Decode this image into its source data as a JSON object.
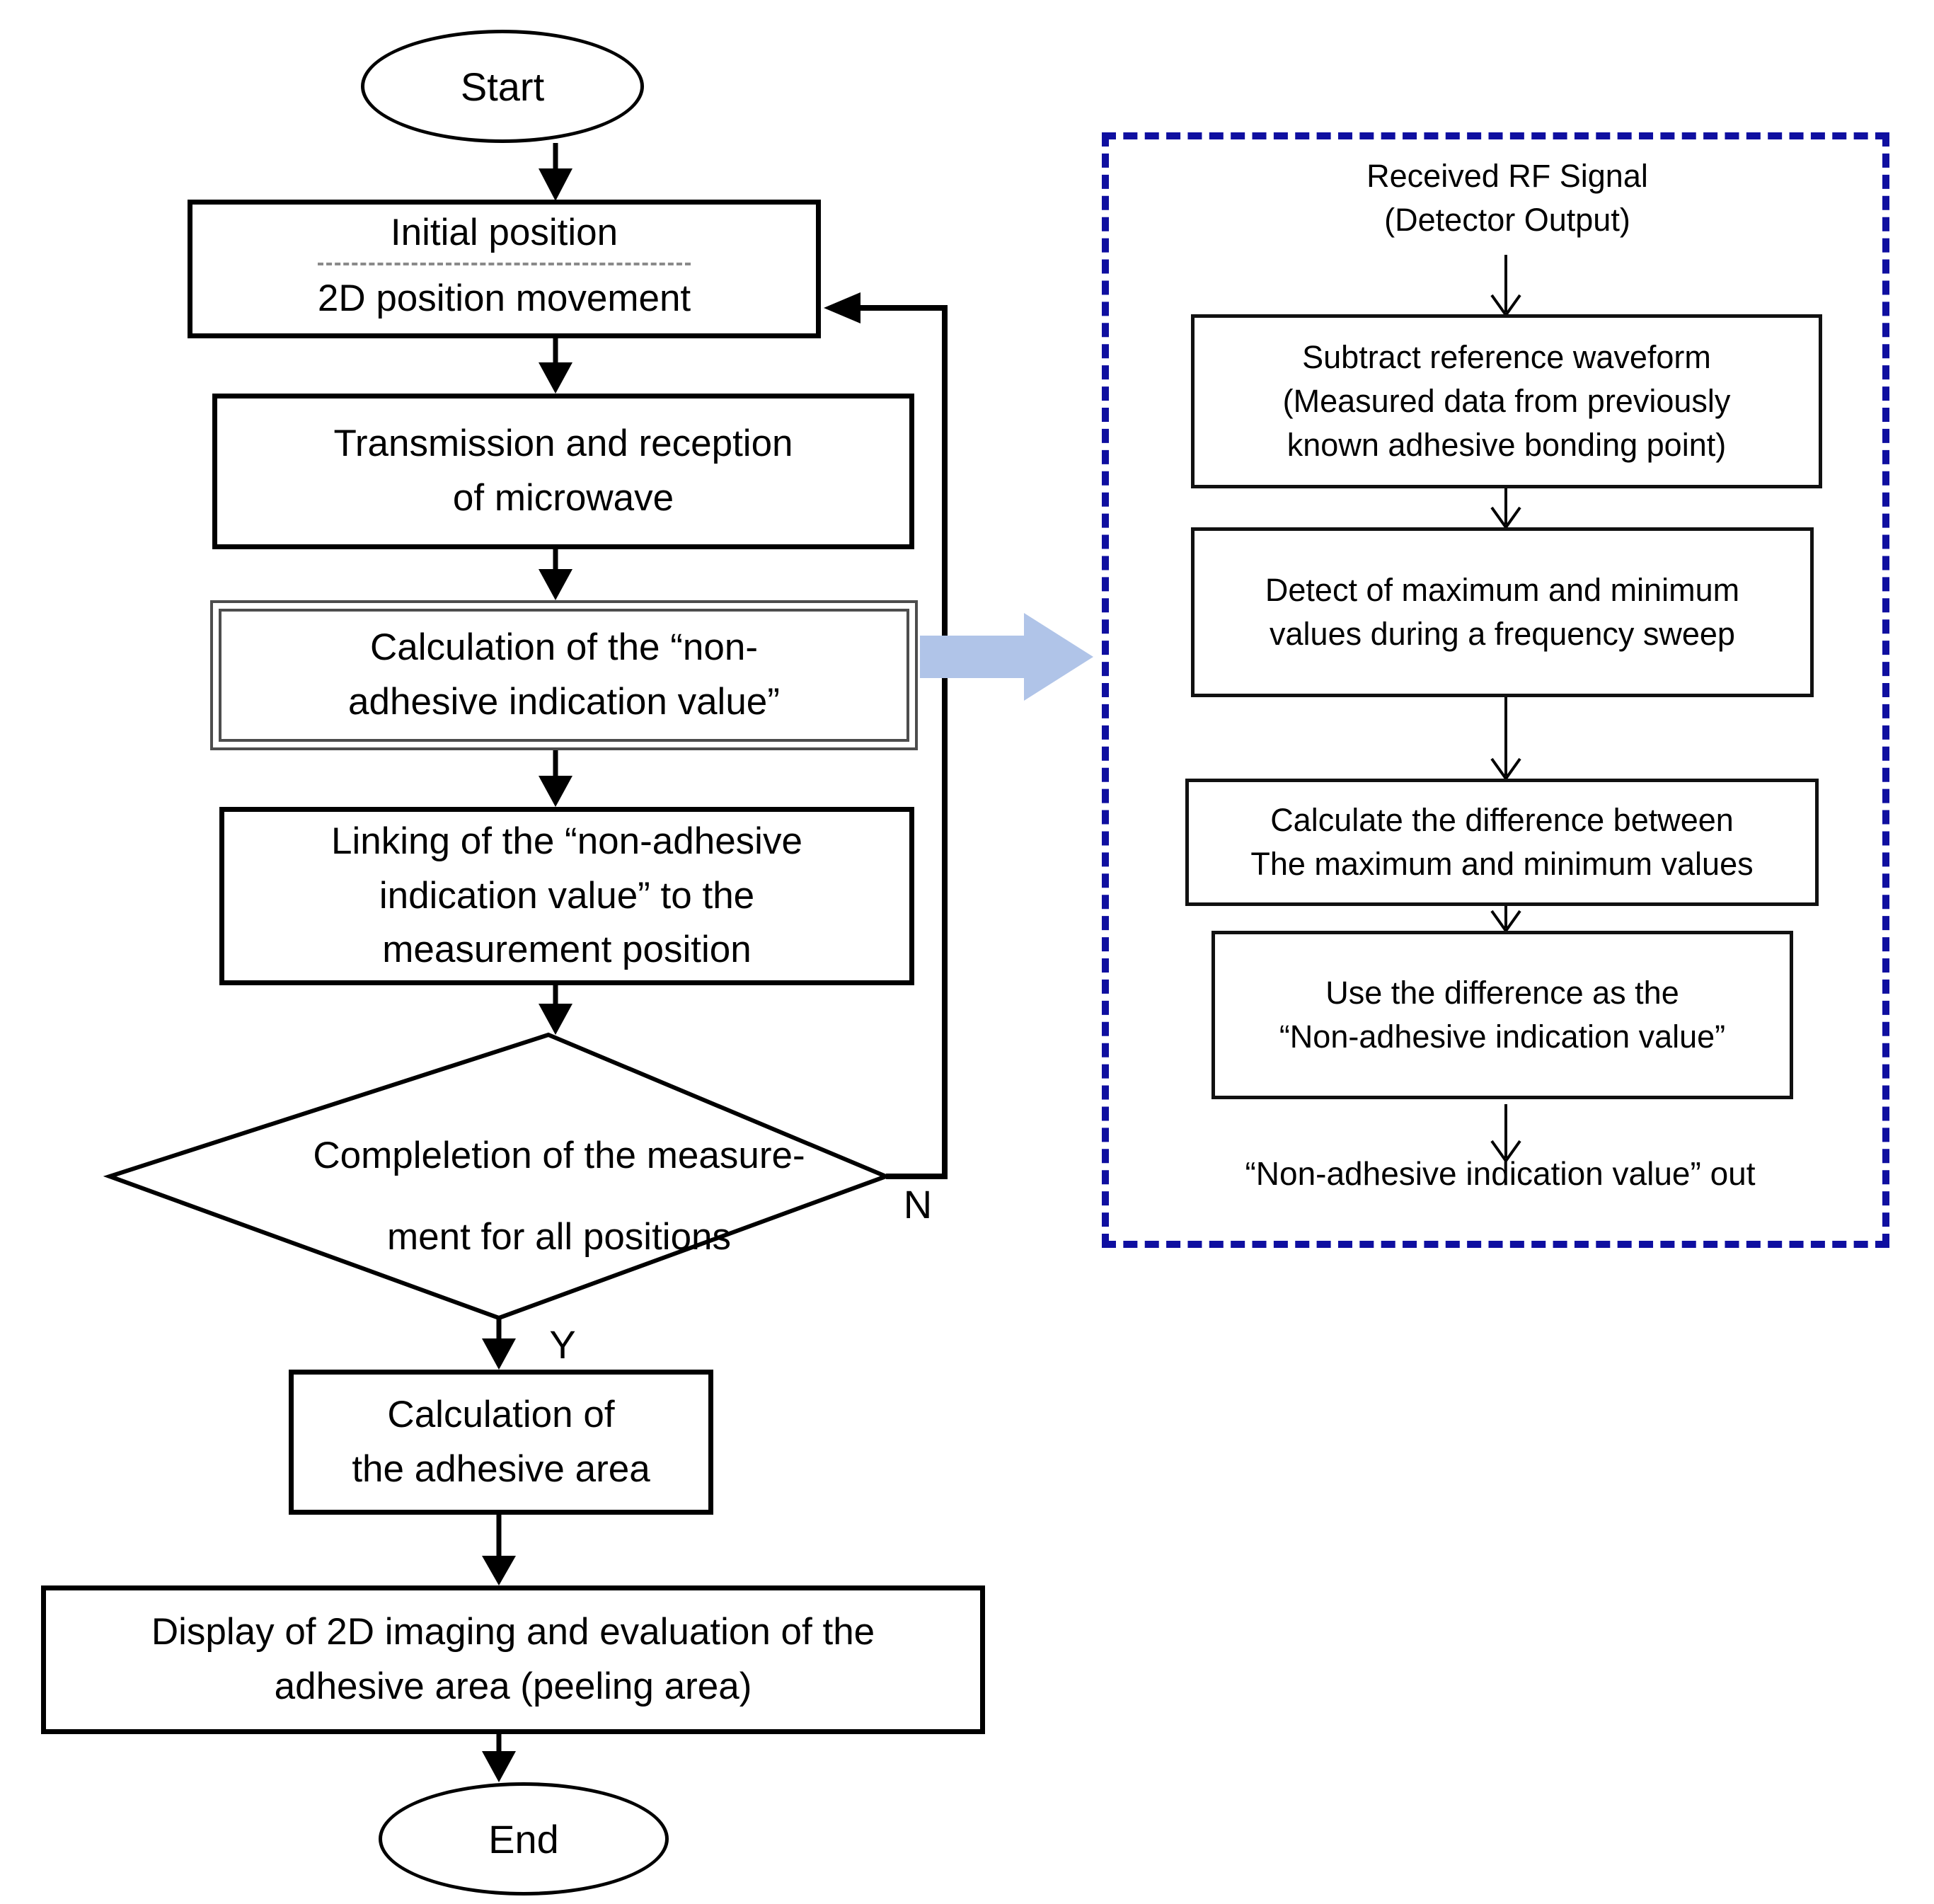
{
  "colors": {
    "detail_panel_border": "#0f0fa0",
    "highlight_arrow_fill": "#b0c4e8",
    "line_color": "#000000"
  },
  "main_flow": {
    "start_label": "Start",
    "init_box": {
      "line1": "Initial position",
      "line2": "2D position movement"
    },
    "transmission_box": "Transmission and reception\nof microwave",
    "calc_indication_box": "Calculation of the “non-\nadhesive indication value”",
    "linking_box": "Linking of the “non-adhesive\nindication value” to the\nmeasurement position",
    "completion_diamond": "Compleletion of the measure-\nment for all positions",
    "branch_no": "N",
    "branch_yes": "Y",
    "calc_area_box": "Calculation of\nthe adhesive area",
    "display_box": "Display of 2D imaging and evaluation of the\nadhesive area (peeling area)",
    "end_label": "End"
  },
  "detail_panel": {
    "title": "Received RF Signal\n(Detector Output)",
    "subtract_box": "Subtract reference waveform\n(Measured data from previously\nknown adhesive bonding point)",
    "detect_box": "Detect of maximum and minimum\nvalues during a frequency sweep",
    "difference_box": "Calculate the difference between\nThe maximum and minimum values",
    "use_box": "Use the difference as the\n“Non-adhesive indication value”",
    "output_text": "“Non-adhesive indication value” out"
  }
}
